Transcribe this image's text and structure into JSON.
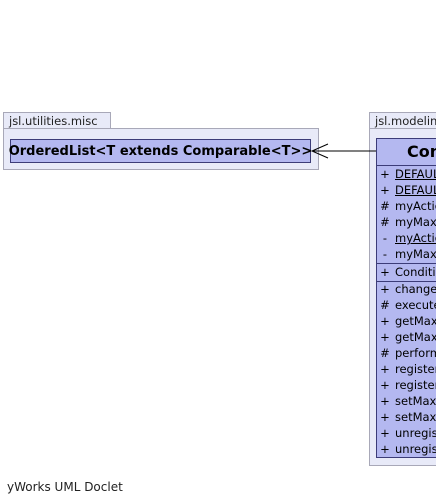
{
  "packages": {
    "left": {
      "name": "jsl.utilities.misc"
    },
    "right": {
      "name": "jsl.modelin"
    }
  },
  "ordered_list": {
    "name": "OrderedList<T extends Comparable<T>>"
  },
  "condition": {
    "name": "Con",
    "fields": [
      {
        "vis": "+",
        "name": "DEFAUL",
        "static": true
      },
      {
        "vis": "+",
        "name": "DEFAUL",
        "static": true
      },
      {
        "vis": "#",
        "name": "myActio",
        "static": false
      },
      {
        "vis": "#",
        "name": "myMax.",
        "static": false
      },
      {
        "vis": "-",
        "name": "myActio",
        "static": true
      },
      {
        "vis": "-",
        "name": "myMaxS",
        "static": false
      }
    ],
    "constructors": [
      {
        "vis": "+",
        "name": "Conditi"
      }
    ],
    "methods": [
      {
        "vis": "+",
        "name": "change"
      },
      {
        "vis": "#",
        "name": "execute"
      },
      {
        "vis": "+",
        "name": "getMax"
      },
      {
        "vis": "+",
        "name": "getMax"
      },
      {
        "vis": "#",
        "name": "perform"
      },
      {
        "vis": "+",
        "name": "register"
      },
      {
        "vis": "+",
        "name": "register"
      },
      {
        "vis": "+",
        "name": "setMax"
      },
      {
        "vis": "+",
        "name": "setMax"
      },
      {
        "vis": "+",
        "name": "unregis"
      },
      {
        "vis": "+",
        "name": "unregis"
      }
    ]
  },
  "footer": {
    "text": "yWorks UML Doclet"
  }
}
